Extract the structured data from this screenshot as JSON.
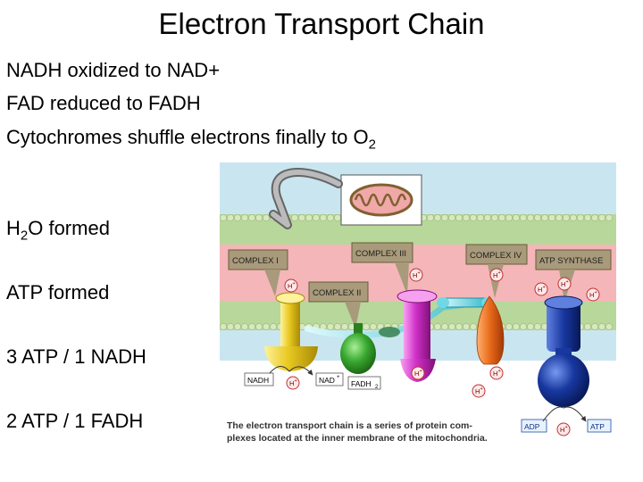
{
  "slide": {
    "title": "Electron Transport Chain",
    "bullets": {
      "line1": "NADH oxidized to NAD+",
      "line2": "FAD reduced to FADH",
      "line3_text": "Cytochromes shuffle electrons finally to O",
      "line3_sub": "2",
      "line4_pre": "H",
      "line4_sub": "2",
      "line4_post": "O formed",
      "line5": "ATP formed",
      "line6": "3 ATP / 1 NADH",
      "line7": "2 ATP / 1 FADH"
    }
  },
  "figure": {
    "complex_labels": {
      "c1": "COMPLEX I",
      "c2": "COMPLEX II",
      "c3": "COMPLEX III",
      "c4": "COMPLEX IV",
      "atp_synthase": "ATP SYNTHASE"
    },
    "proton_label": "H",
    "proton_charge": "+",
    "molecule_labels": {
      "nadh": "NADH",
      "nad": "NAD",
      "nad_charge": "+",
      "fadh": "FADH",
      "fadh_sub": "2",
      "adp": "ADP",
      "atp": "ATP"
    },
    "caption_line1": "The electron transport chain is a series of protein com-",
    "caption_line2": "plexes located at the inner membrane of the mitochondria.",
    "colors": {
      "sky": "#c9e6f0",
      "membrane_pink": "#f4b6b9",
      "membrane_green": "#b8d79a",
      "complex1": "#e8c820",
      "complex2": "#38a830",
      "complex3": "#d030c8",
      "complex4": "#e86818",
      "atp_synthase": "#1838a0",
      "callout": "#a89a7a"
    }
  }
}
